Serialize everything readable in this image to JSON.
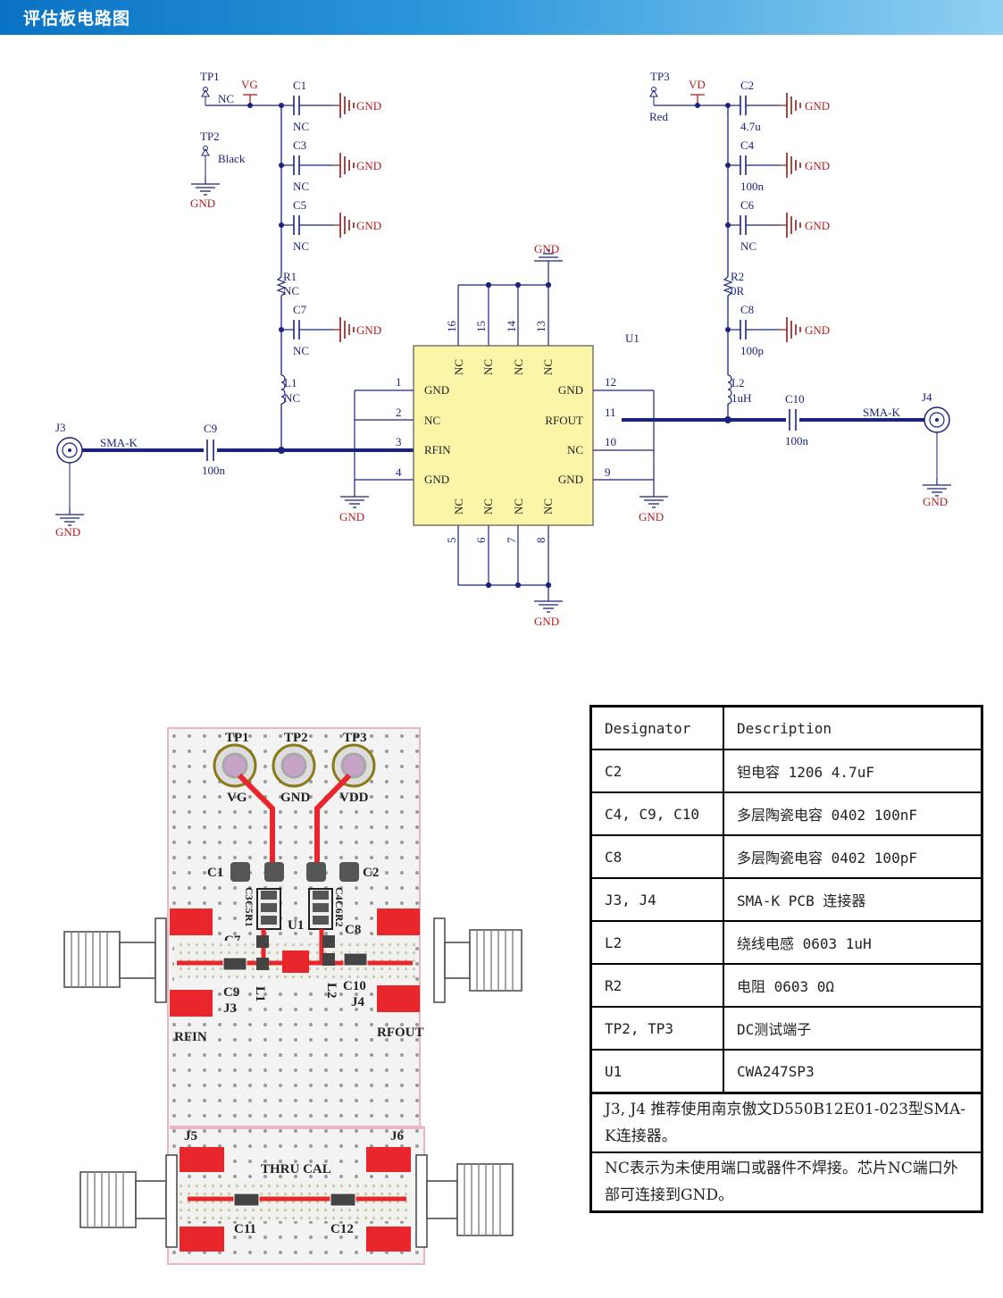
{
  "header": {
    "title": "评估板电路图"
  },
  "schematic": {
    "chip": {
      "ref": "U1",
      "left_pins": [
        {
          "num": "1",
          "name": "GND"
        },
        {
          "num": "2",
          "name": "NC"
        },
        {
          "num": "3",
          "name": "RFIN"
        },
        {
          "num": "4",
          "name": "GND"
        }
      ],
      "right_pins": [
        {
          "num": "12",
          "name": "GND"
        },
        {
          "num": "11",
          "name": "RFOUT"
        },
        {
          "num": "10",
          "name": "NC"
        },
        {
          "num": "9",
          "name": "GND"
        }
      ],
      "top_pins": [
        {
          "num": "16",
          "name": "NC"
        },
        {
          "num": "15",
          "name": "NC"
        },
        {
          "num": "14",
          "name": "NC"
        },
        {
          "num": "13",
          "name": "NC"
        }
      ],
      "bottom_pins": [
        {
          "num": "5",
          "name": "NC"
        },
        {
          "num": "6",
          "name": "NC"
        },
        {
          "num": "7",
          "name": "NC"
        },
        {
          "num": "8",
          "name": "NC"
        }
      ]
    },
    "gnd_label": "GND",
    "left_side": {
      "tp1": "TP1",
      "tp1_value": "NC",
      "net": "VG",
      "tp2": "TP2",
      "tp2_value": "Black",
      "caps": [
        {
          "ref": "C1",
          "value": "NC"
        },
        {
          "ref": "C3",
          "value": "NC"
        },
        {
          "ref": "C5",
          "value": "NC"
        },
        {
          "ref": "C7",
          "value": "NC"
        }
      ],
      "r1": {
        "ref": "R1",
        "value": "NC"
      },
      "l1": {
        "ref": "L1",
        "value": "NC"
      },
      "c9": {
        "ref": "C9",
        "value": "100n"
      },
      "j3": "J3",
      "j3_type": "SMA-K"
    },
    "right_side": {
      "tp3": "TP3",
      "tp3_value": "Red",
      "net": "VD",
      "caps": [
        {
          "ref": "C2",
          "value": "4.7u"
        },
        {
          "ref": "C4",
          "value": "100n"
        },
        {
          "ref": "C6",
          "value": "NC"
        },
        {
          "ref": "C8",
          "value": "100p"
        }
      ],
      "r2": {
        "ref": "R2",
        "value": "0R"
      },
      "l2": {
        "ref": "L2",
        "value": "1uH"
      },
      "c10": {
        "ref": "C10",
        "value": "100n"
      },
      "j4": "J4",
      "j4_type": "SMA-K"
    }
  },
  "pcb": {
    "tp_labels": [
      "TP1",
      "TP2",
      "TP3"
    ],
    "net_labels": [
      "VG",
      "GND",
      "VDD"
    ],
    "cap_c1": "C1",
    "cap_c2": "C2",
    "left_refs": [
      "C3",
      "C5",
      "R1"
    ],
    "right_refs": [
      "C4",
      "C6",
      "R2"
    ],
    "c7": "C7",
    "c8": "C8",
    "u1": "U1",
    "l1": "L1",
    "l2": "L2",
    "c9": "C9",
    "c10": "C10",
    "j3": "J3",
    "j4": "J4",
    "rfin": "RFIN",
    "rfout": "RFOUT",
    "j5": "J5",
    "j6": "J6",
    "thru_cal": "THRU CAL",
    "c11": "C11",
    "c12": "C12"
  },
  "bom": {
    "header": {
      "designator": "Designator",
      "description": "Description"
    },
    "rows": [
      {
        "designator": "C2",
        "description": "钽电容 1206 4.7uF"
      },
      {
        "designator": "C4, C9, C10",
        "description": "多层陶瓷电容 0402 100nF"
      },
      {
        "designator": "C8",
        "description": "多层陶瓷电容 0402 100pF"
      },
      {
        "designator": "J3, J4",
        "description": "SMA-K PCB 连接器"
      },
      {
        "designator": "L2",
        "description": "绕线电感 0603 1uH"
      },
      {
        "designator": "R2",
        "description": "电阻 0603 0Ω"
      },
      {
        "designator": "TP2, TP3",
        "description": "DC测试端子"
      },
      {
        "designator": "U1",
        "description": "CWA247SP3"
      }
    ],
    "notes": [
      "J3, J4 推荐使用南京傲文D550B12E01-023型SMA-K连接器。",
      "NC表示为未使用端口或器件不焊接。芯片NC端口外部可连接到GND。"
    ]
  },
  "colors": {
    "wire": "#1a237e",
    "label": "#b71c1c",
    "chip": "#fbf5a8",
    "pcb_red": "#e8262b",
    "header": "#0a72c4"
  }
}
